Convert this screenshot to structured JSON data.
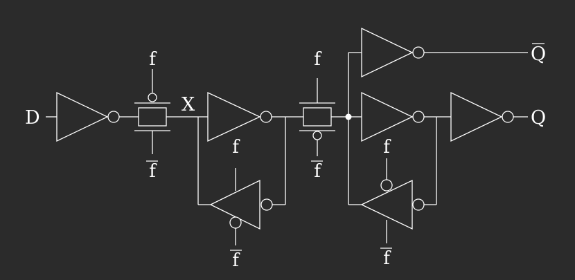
{
  "signals": {
    "d": "D",
    "x": "X",
    "q": "Q",
    "q_bar": "Q",
    "f": "f",
    "f_bar": "f"
  },
  "colors": {
    "background": "#2b2b2b",
    "ink": "#ffffff"
  }
}
